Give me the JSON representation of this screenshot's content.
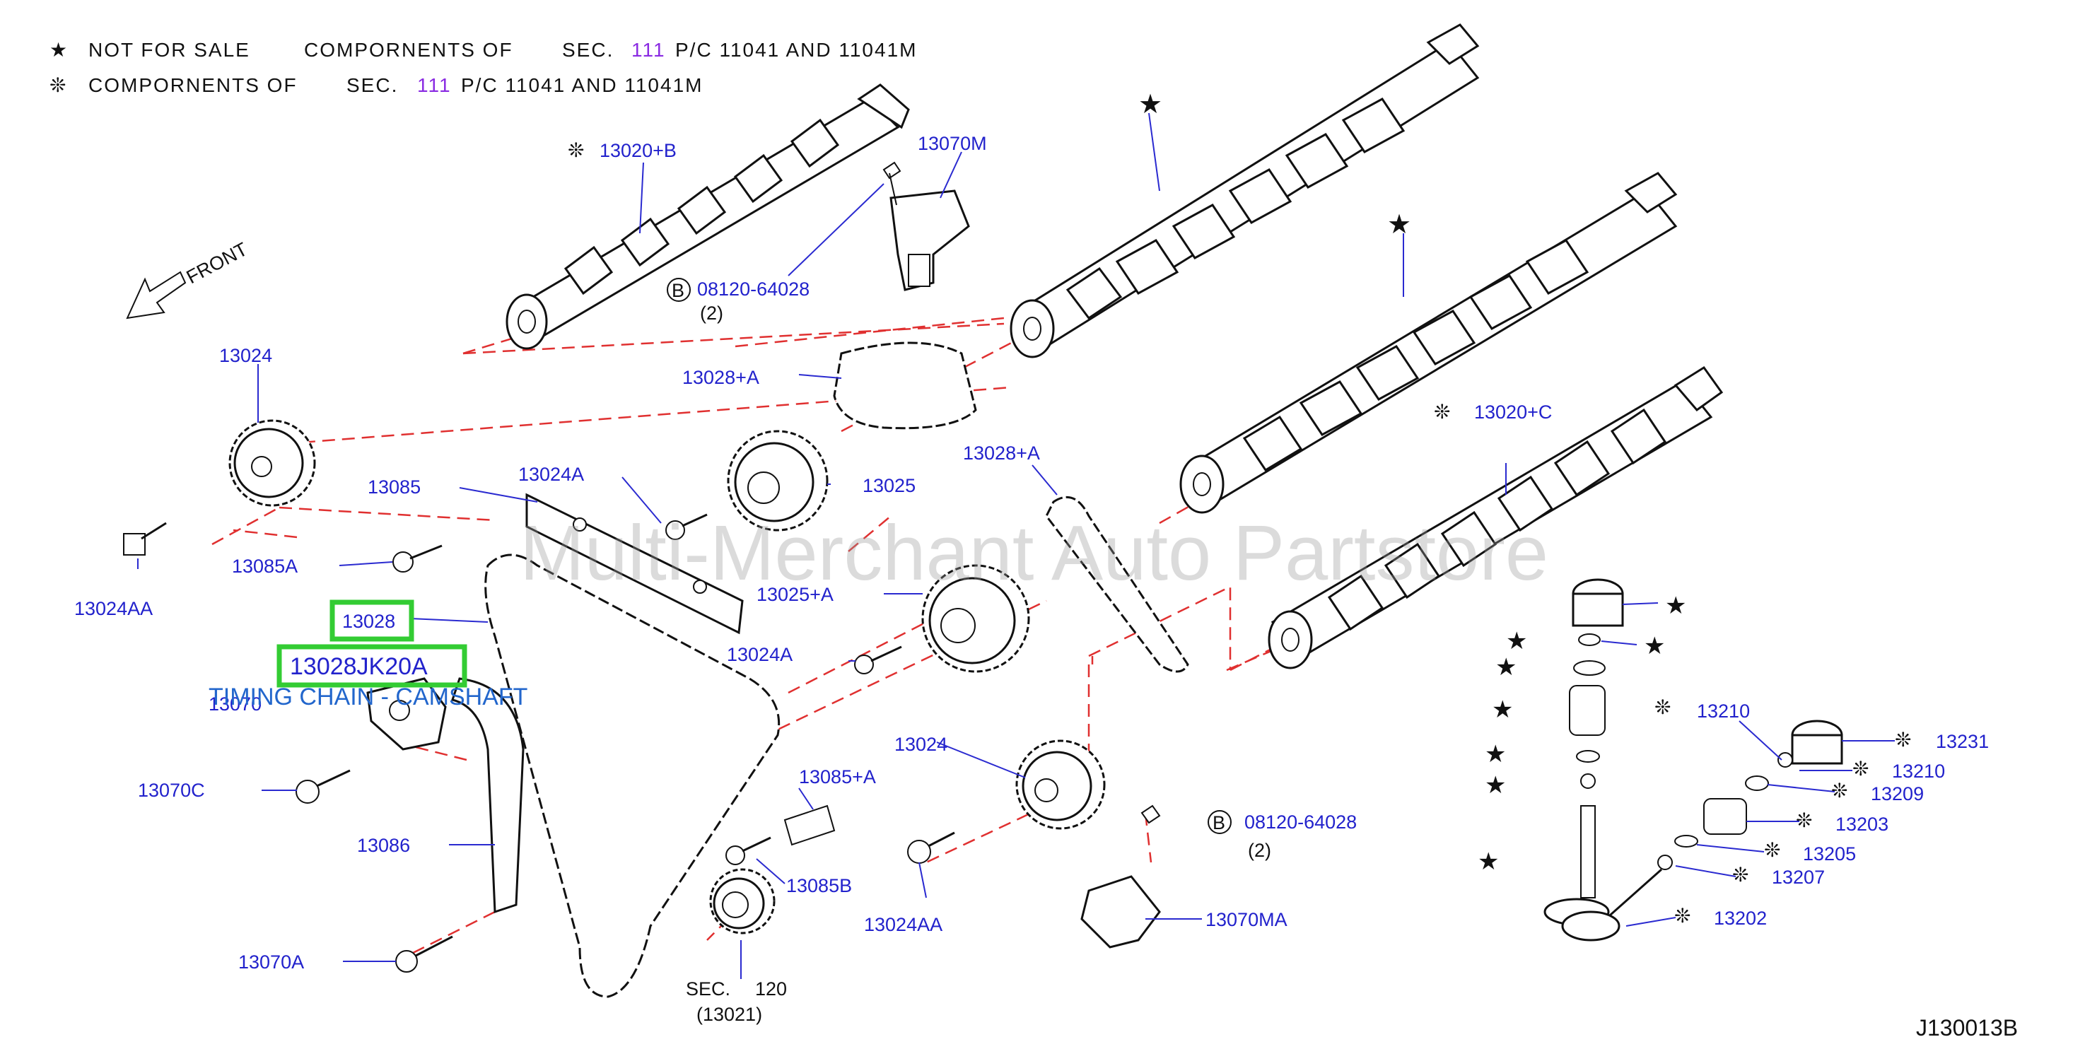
{
  "legend": {
    "row1": {
      "symbol": "★",
      "a": "NOT   FOR   SALE",
      "b": "COMPORNENTS   OF",
      "c": "SEC.",
      "sec": "111",
      "d": "P/C   11041   AND   11041M"
    },
    "row2": {
      "symbol": "❊",
      "a": "COMPORNENTS   OF",
      "c": "SEC.",
      "sec": "111",
      "d": "P/C   11041   AND   11041M"
    }
  },
  "front": "FRONT",
  "labels": {
    "p13020B": "13020+B",
    "p13070M": "13070M",
    "p08120a": "08120-64028",
    "qty2a": "(2)",
    "p13024": "13024",
    "p13028Aa": "13028+A",
    "p13028Ab": "13028+A",
    "p13024AA_left": "13024AA",
    "p13085": "13085",
    "p13024A_top": "13024A",
    "p13025": "13025",
    "p13085A": "13085A",
    "p13028": "13028",
    "p13025A": "13025+A",
    "p13024A_mid": "13024A",
    "p13070": "13070",
    "p13070C": "13070C",
    "p13086": "13086",
    "p13024_lower": "13024",
    "p13085plusA": "13085+A",
    "p13085B": "13085B",
    "p08120b": "08120-64028",
    "qty2b": "(2)",
    "p13024AA_lower": "13024AA",
    "p13070MA": "13070MA",
    "p13070A": "13070A",
    "sec120_prefix": "SEC.",
    "sec120_num": "120",
    "p13021": "(13021)",
    "p13020C": "13020+C",
    "p13210a": "13210",
    "p13231": "13231",
    "p13210b": "13210",
    "p13209": "13209",
    "p13203": "13203",
    "p13205": "13205",
    "p13207": "13207",
    "p13202": "13202",
    "bolt_b": "B"
  },
  "highlight": {
    "part_no": "13028JK20A",
    "caption": "TIMING CHAIN - CAMSHAFT"
  },
  "watermark": "Multi-Merchant Auto Partstore",
  "ref_code": "J130013B",
  "colors": {
    "label": "#2222cc",
    "dash": "#e03030",
    "highlight": "#33cc33",
    "sec": "#8a2be2"
  }
}
